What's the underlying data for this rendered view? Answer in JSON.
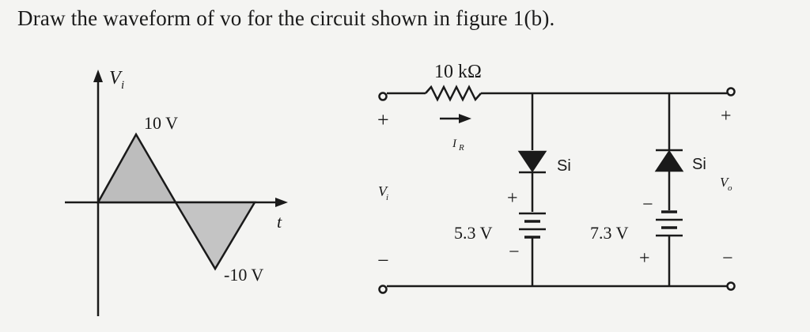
{
  "question": "Draw the waveform of vo for the circuit shown in figure 1(b).",
  "graph": {
    "vi_axis_label": "V",
    "vi_axis_sub": "i",
    "time_label": "t",
    "peak_pos": "10 V",
    "peak_neg": "-10 V"
  },
  "circuit": {
    "resistor": "10 kΩ",
    "current": "I",
    "current_sub": "R",
    "input_label": "V",
    "input_sub": "i",
    "output_label": "V",
    "output_sub": "o",
    "plus": "+",
    "minus": "−",
    "diode1": "Si",
    "diode2": "Si",
    "battery1": "5.3 V",
    "battery2": "7.3 V"
  }
}
